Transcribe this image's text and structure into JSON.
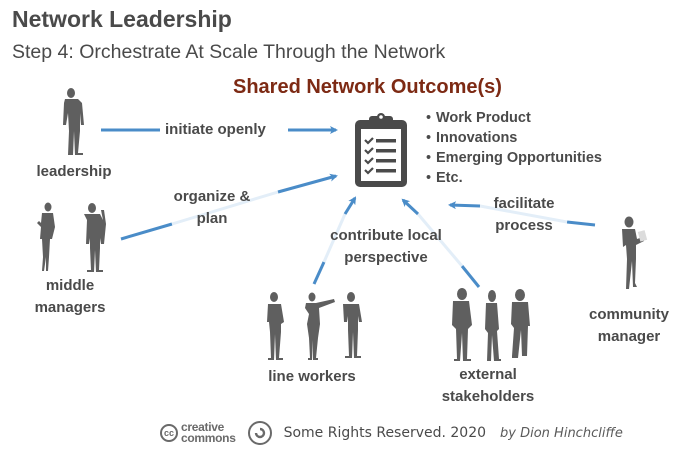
{
  "header": {
    "title": "Network Leadership",
    "subtitle": "Step 4: Orchestrate At Scale Through the Network"
  },
  "outcome": {
    "title": "Shared Network Outcome(s)",
    "icon": "clipboard-checklist-icon",
    "bullets": [
      "Work Product",
      "Innovations",
      "Emerging Opportunities",
      "Etc."
    ]
  },
  "actors": {
    "leadership": "leadership",
    "middle_managers": [
      "middle",
      "managers"
    ],
    "line_workers": "line workers",
    "external_stakeholders": [
      "external",
      "stakeholders"
    ],
    "community_manager": [
      "community",
      "manager"
    ]
  },
  "flows": {
    "initiate": "initiate openly",
    "organize": [
      "organize &",
      "plan"
    ],
    "contribute": [
      "contribute local",
      "perspective"
    ],
    "facilitate": [
      "facilitate",
      "process"
    ]
  },
  "colors": {
    "arrow": "#4a8cc8",
    "outcome_title": "#7d2a14",
    "text": "#4a4a4a",
    "figure": "#5f5f5f"
  },
  "footer": {
    "cc_badge": "cc",
    "cc_line1": "creative",
    "cc_line2": "commons",
    "rights": "Some Rights Reserved. 2020",
    "byline": "by Dion Hinchcliffe"
  }
}
